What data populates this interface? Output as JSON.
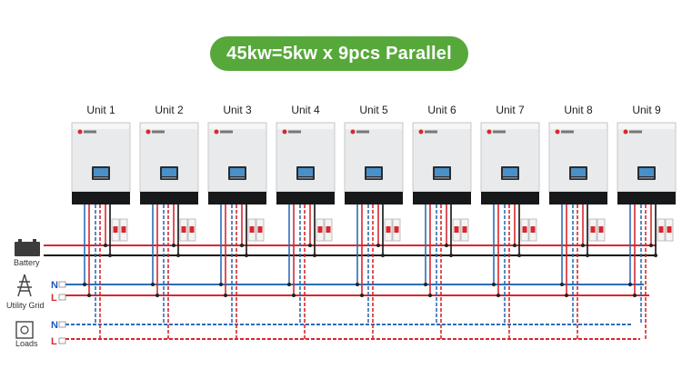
{
  "title": "45kw=5kw x 9pcs Parallel",
  "units": [
    {
      "label": "Unit 1"
    },
    {
      "label": "Unit 2"
    },
    {
      "label": "Unit 3"
    },
    {
      "label": "Unit 4"
    },
    {
      "label": "Unit 5"
    },
    {
      "label": "Unit 6"
    },
    {
      "label": "Unit 7"
    },
    {
      "label": "Unit 8"
    },
    {
      "label": "Unit 9"
    }
  ],
  "legend": {
    "battery": "Battery",
    "utility_grid": "Utility Grid",
    "loads": "Loads",
    "grid_n": "N",
    "grid_l": "L",
    "loads_n": "N",
    "loads_l": "L"
  },
  "colors": {
    "banner": "#57a83a",
    "red": "#d7282f",
    "blue": "#2d6db4",
    "black": "#111111",
    "label_blue": "#1f57c3",
    "label_red": "#d7282f"
  }
}
